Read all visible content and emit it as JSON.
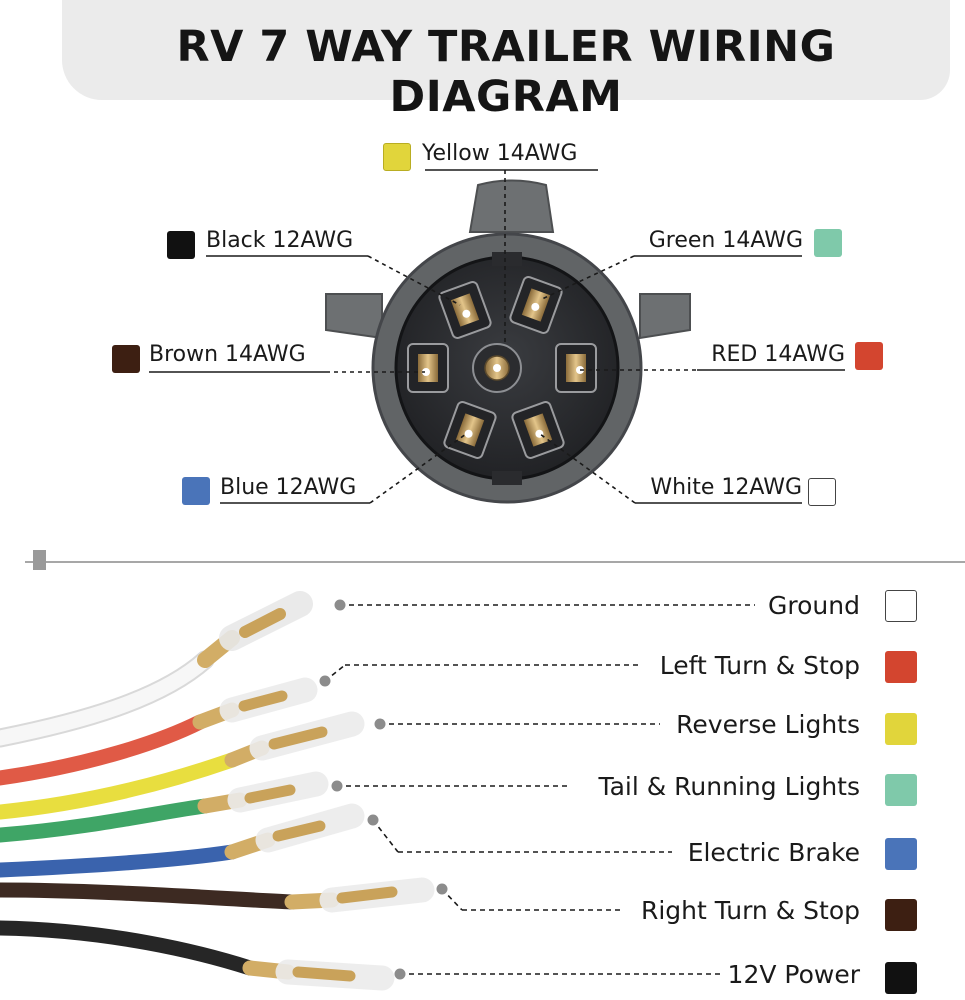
{
  "title": "RV 7 WAY TRAILER WIRING DIAGRAM",
  "connector_wires": [
    {
      "id": "yellow",
      "label": "Yellow 14AWG",
      "color": "#e1d53b"
    },
    {
      "id": "black",
      "label": "Black 12AWG",
      "color": "#111111"
    },
    {
      "id": "green",
      "label": "Green 14AWG",
      "color": "#7fc9aa"
    },
    {
      "id": "brown",
      "label": "Brown 14AWG",
      "color": "#3d1f12"
    },
    {
      "id": "red",
      "label": "RED 14AWG",
      "color": "#d3452f"
    },
    {
      "id": "blue",
      "label": "Blue 12AWG",
      "color": "#4a74b9"
    },
    {
      "id": "white",
      "label": "White 12AWG",
      "color": "#ffffff"
    }
  ],
  "functions": [
    {
      "id": "ground",
      "label": "Ground",
      "color": "#ffffff",
      "wire_color": "#ececec"
    },
    {
      "id": "left",
      "label": "Left Turn & Stop",
      "color": "#d3452f",
      "wire_color": "#e05a46"
    },
    {
      "id": "reverse",
      "label": "Reverse Lights",
      "color": "#e1d53b",
      "wire_color": "#e8de3f"
    },
    {
      "id": "tail",
      "label": "Tail & Running Lights",
      "color": "#7fc9aa",
      "wire_color": "#3fa566"
    },
    {
      "id": "brake",
      "label": "Electric Brake",
      "color": "#4a74b9",
      "wire_color": "#3a63ad"
    },
    {
      "id": "right",
      "label": "Right Turn & Stop",
      "color": "#3d1f12",
      "wire_color": "#3d2a22"
    },
    {
      "id": "power",
      "label": "12V Power",
      "color": "#111111",
      "wire_color": "#262626"
    }
  ]
}
